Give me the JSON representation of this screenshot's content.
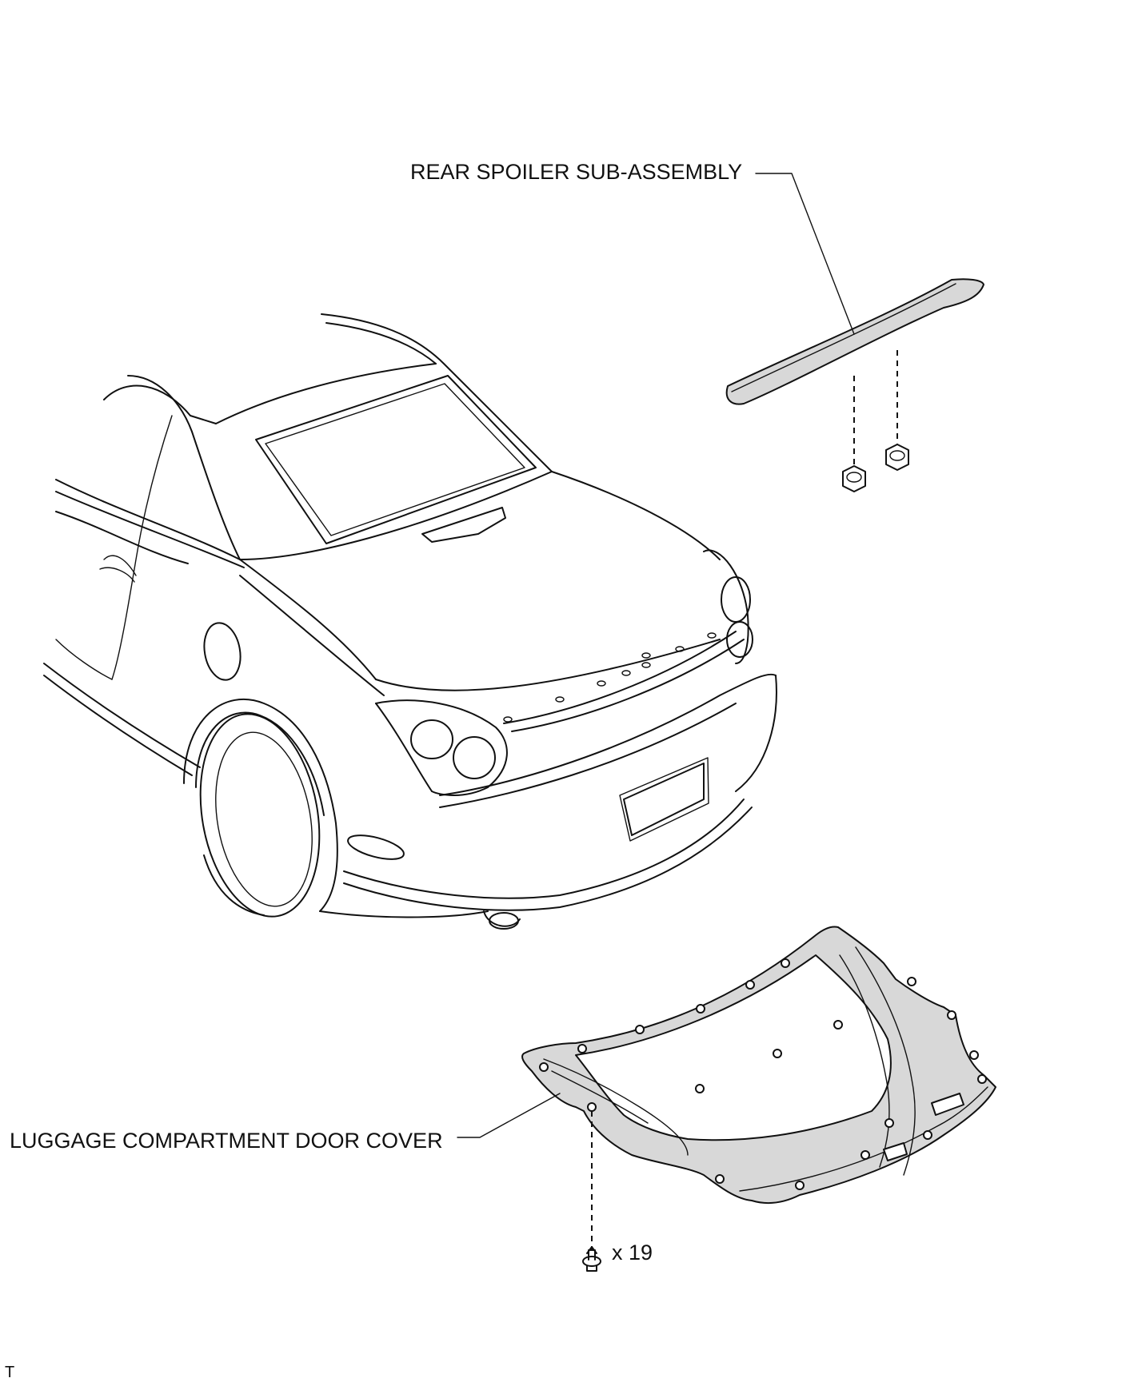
{
  "labels": {
    "rear_spoiler": "REAR SPOILER SUB-ASSEMBLY",
    "door_cover": "LUGGAGE COMPARTMENT DOOR COVER",
    "clip_quantity": "x 19",
    "corner_mark": "T"
  },
  "icons": {
    "spoiler_nut": "hex-nut-icon",
    "cover_clip": "push-clip-icon"
  },
  "colors": {
    "line": "#111111",
    "background": "#ffffff",
    "part_fill": "#d8d8d8"
  }
}
